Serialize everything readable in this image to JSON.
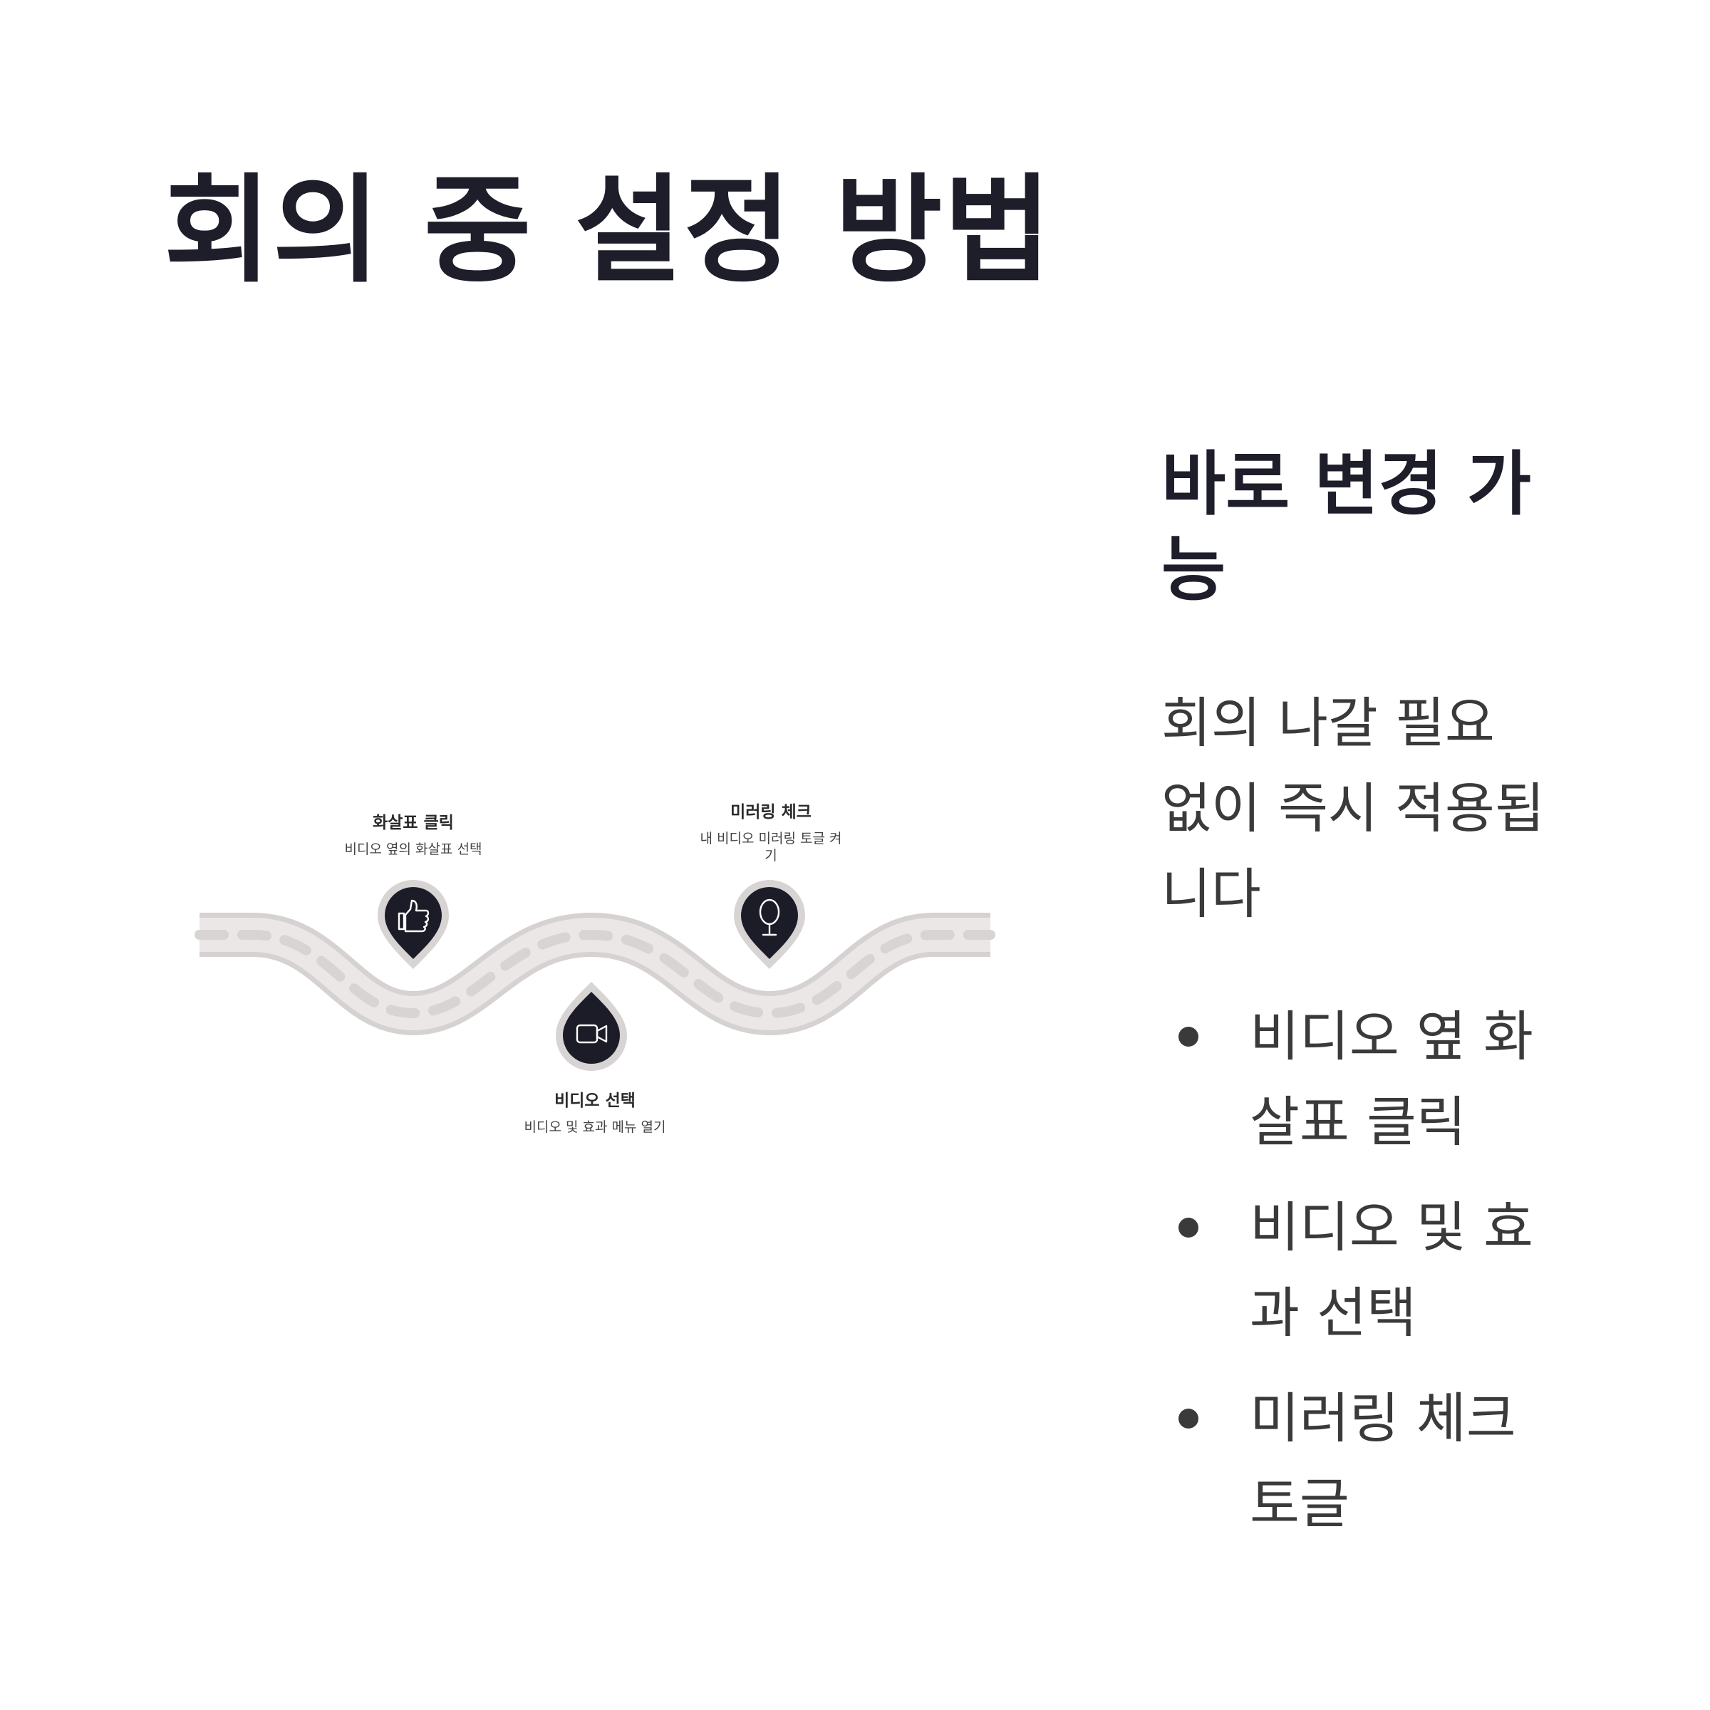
{
  "title": "회의 중 설정 방법",
  "steps": [
    {
      "title": "화살표 클릭",
      "desc_lines": [
        "비디오 옆의 화살표 선택"
      ],
      "icon": "thumbs-up-icon"
    },
    {
      "title": "비디오 선택",
      "desc_lines": [
        "비디오 및 효과 메뉴 열기"
      ],
      "icon": "video-camera-icon"
    },
    {
      "title": "미러링 체크",
      "desc_lines": [
        "내 비디오 미러링 토글 켜",
        "기"
      ],
      "icon": "mirror-icon"
    }
  ],
  "side": {
    "heading": "바로 변경 가능",
    "paragraph": "회의 나갈 필요 없이 즉시 적용됩니다",
    "bullets": [
      "비디오 옆 화살표 클릭",
      "비디오 및 효과 선택",
      "미러링 체크 토글"
    ]
  },
  "colors": {
    "text_dark": "#1e1e2a",
    "road": "#e6e2e2",
    "road_edge": "#d6d2d2",
    "pin": "#1c1c28"
  }
}
